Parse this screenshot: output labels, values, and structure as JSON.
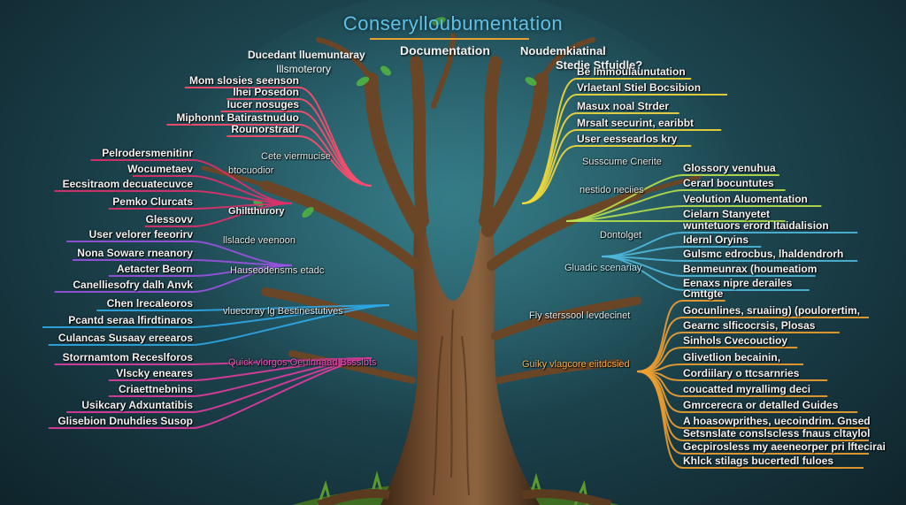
{
  "title": "Conserylloubumentation",
  "subtitle_left": "Ducedant lluemuntaray",
  "subtitle_left2": "Illsmoterory",
  "subtitle_center": "Documentation",
  "subtitle_right": "Noudemkiatinal",
  "subtitle_right2": "Stedie Stfuidle?",
  "branches": {
    "red": {
      "color": "#ff4d6d",
      "labels": [
        "Mom slosies seenson",
        "lhei Posedon",
        "Iucer nosuges",
        "Miphonnt Batirastnuduo",
        "Rounorstradr"
      ]
    },
    "pink": {
      "color": "#e0306a",
      "labels": [
        "Pelrodersmenitinr",
        "Wocumetaev",
        "Eecsitraom decuatecuvce",
        "Pemko Clurcats",
        "Glessovv"
      ]
    },
    "purple": {
      "color": "#9a52e0",
      "labels": [
        "User velorer feeorirv",
        "Nona Soware rneanory",
        "Aetacter Beorn",
        "Canelliesofry dalh Anvk"
      ]
    },
    "blue": {
      "color": "#2ea8e8",
      "labels": [
        "Chen lrecaleoros",
        "Pcantd seraa lfirdtinaros",
        "Culancas Susaay ereearos"
      ]
    },
    "magenta": {
      "color": "#e03ca0",
      "labels": [
        "Storrnamtom Receslforos",
        "Vlscky eneares",
        "Criaettnebnins",
        "Usikcary Adxuntatibis",
        "Glisebion Dnuhdies Susop"
      ]
    },
    "yellow": {
      "color": "#f3d93a",
      "labels": [
        "Be lmmoulaunutation",
        "Vrlaetanl Stiel Bocsibion",
        "Masux noal Strder",
        "Mrsalt securint, earibbt",
        "User eessearlos kry"
      ]
    },
    "lime": {
      "color": "#b9e04a",
      "labels": [
        "Glossory venuhua",
        "Cerarl bocuntutes",
        "Veolution Aluomentation",
        "Cielarn Stanyetet"
      ]
    },
    "cyan": {
      "color": "#4fb8dc",
      "labels": [
        "wuntetuors erord ltaidalision",
        "Idernl Oryins",
        "Gulsmc edrocbus, lhaldendrorh",
        "Benmeunrax (houmeatiom",
        "Eenaxs nipre derailes"
      ]
    },
    "orange": {
      "color": "#f0a030",
      "labels": [
        "Cmttgte",
        "Gocunlines, sruaiing) (poulorertim,",
        "Gearnc slficocrsis, Plosas",
        "Sinhols Cvecouctioy",
        "Glivetlion becainin,",
        "Cordiilary o ttcsarnries",
        "coucatted myrallimg deci",
        "Gmrcerecra or detalled Guides",
        "A hoasowprithes, uecoindrim. Gnsed",
        "Setsnslate conslscless fnaus cltaylol",
        "Gecpirosless my aeeneorper pri lftecirai",
        "Khlck stilags bucertedl fuloes"
      ]
    }
  },
  "floating": {
    "cete": "Cete viermucise",
    "btocuodior": "btocuodior",
    "ghilthurory": "Ghiltthurory",
    "lslacde": "llslacde veenoon",
    "hauseo": "Hauseodensms etadc",
    "vuecoray": "vluecoray lg Bestinestutives",
    "quick": "Quick vlorgos Oeulnnaad Bssslbts",
    "sususcume": "Susscume Cnerite",
    "nestido": "nestido neciies",
    "dontelget": "Dontolget",
    "gluadic": "Gluadic scenariay",
    "fly": "Fly sterssool levdecinet",
    "guiky": "Guiky vlagcore eiitdcsied"
  }
}
